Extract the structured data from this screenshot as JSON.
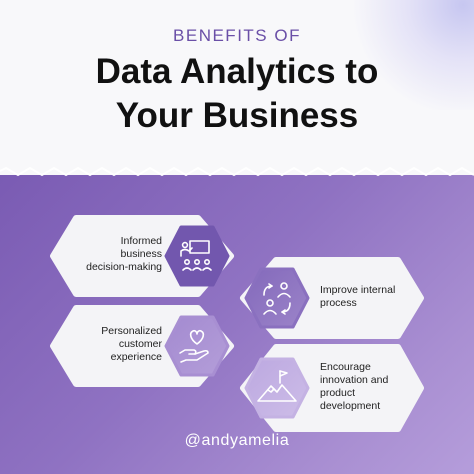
{
  "header": {
    "kicker": "BENEFITS OF",
    "title_line1": "Data Analytics to",
    "title_line2": "Your Business"
  },
  "benefits": [
    {
      "lines": [
        "Informed",
        "business",
        "decision-making"
      ],
      "icon": "presentation-audience-icon"
    },
    {
      "lines": [
        "Improve internal",
        "process"
      ],
      "icon": "people-exchange-icon"
    },
    {
      "lines": [
        "Personalized",
        "customer",
        "experience"
      ],
      "icon": "heart-hand-icon"
    },
    {
      "lines": [
        "Encourage",
        "innovation and",
        "product",
        "development"
      ],
      "icon": "mountain-flag-icon"
    }
  ],
  "footer": {
    "handle": "@andyamelia"
  },
  "colors": {
    "purple_dark": "#7a5bb3",
    "purple_light": "#b59ddb",
    "hex_dark": "#7257ae",
    "hex_light": "#b9a4dd",
    "card": "#f4f4f7"
  }
}
